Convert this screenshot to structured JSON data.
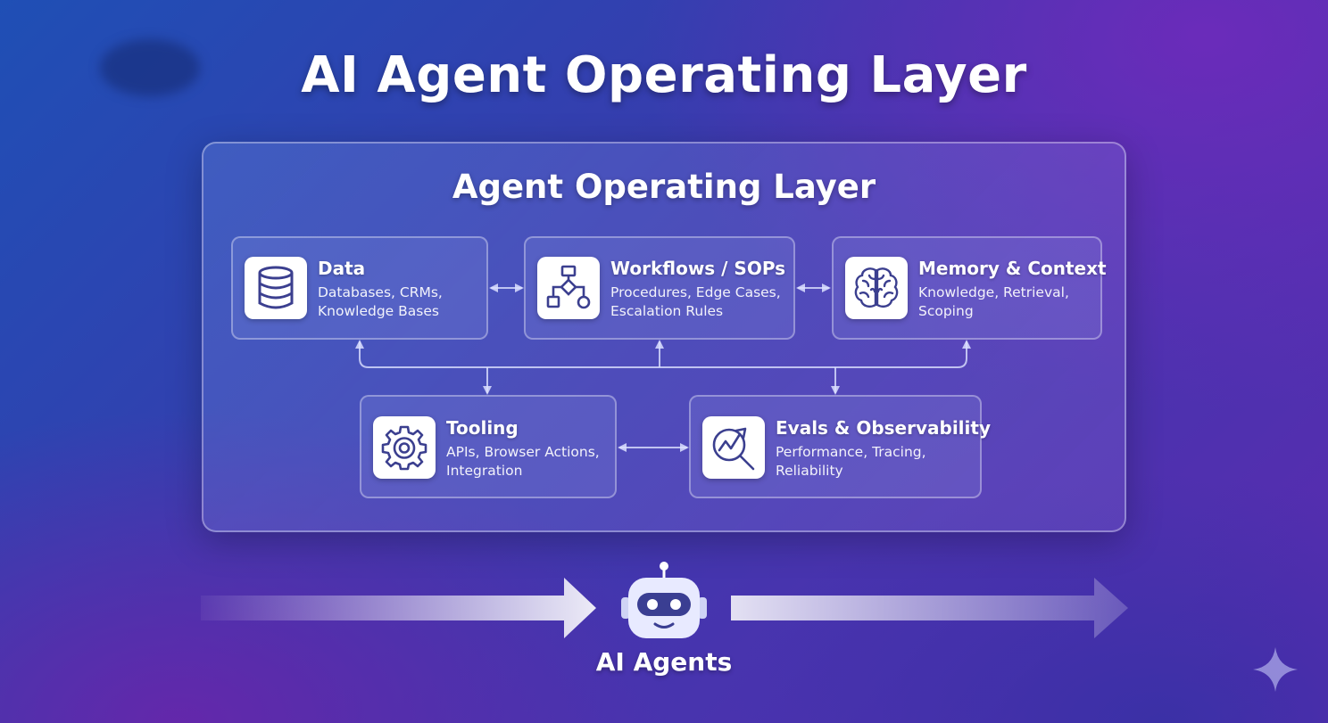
{
  "title": "AI Agent Operating Layer",
  "layer": {
    "title": "Agent Operating Layer",
    "components": {
      "data": {
        "icon": "database-icon",
        "title": "Data",
        "line1": "Databases, CRMs,",
        "line2": "Knowledge Bases"
      },
      "workflows": {
        "icon": "flowchart-icon",
        "title": "Workflows / SOPs",
        "line1": "Procedures, Edge Cases,",
        "line2": "Escalation Rules"
      },
      "memory": {
        "icon": "brain-icon",
        "title": "Memory & Context",
        "line1": "Knowledge, Retrieval,",
        "line2": "Scoping"
      },
      "tooling": {
        "icon": "gear-icon",
        "title": "Tooling",
        "line1": "APIs, Browser Actions,",
        "line2": "Integration"
      },
      "evals": {
        "icon": "magnifier-chart-icon",
        "title": "Evals & Observability",
        "line1": "Performance, Tracing,",
        "line2": "Reliability"
      }
    }
  },
  "agents": {
    "icon": "robot-icon",
    "label": "AI Agents"
  },
  "colors": {
    "background_start": "#1f4fb5",
    "background_end": "#5b2bb0",
    "icon_stroke": "#3b3f8f",
    "text": "#ffffff"
  }
}
